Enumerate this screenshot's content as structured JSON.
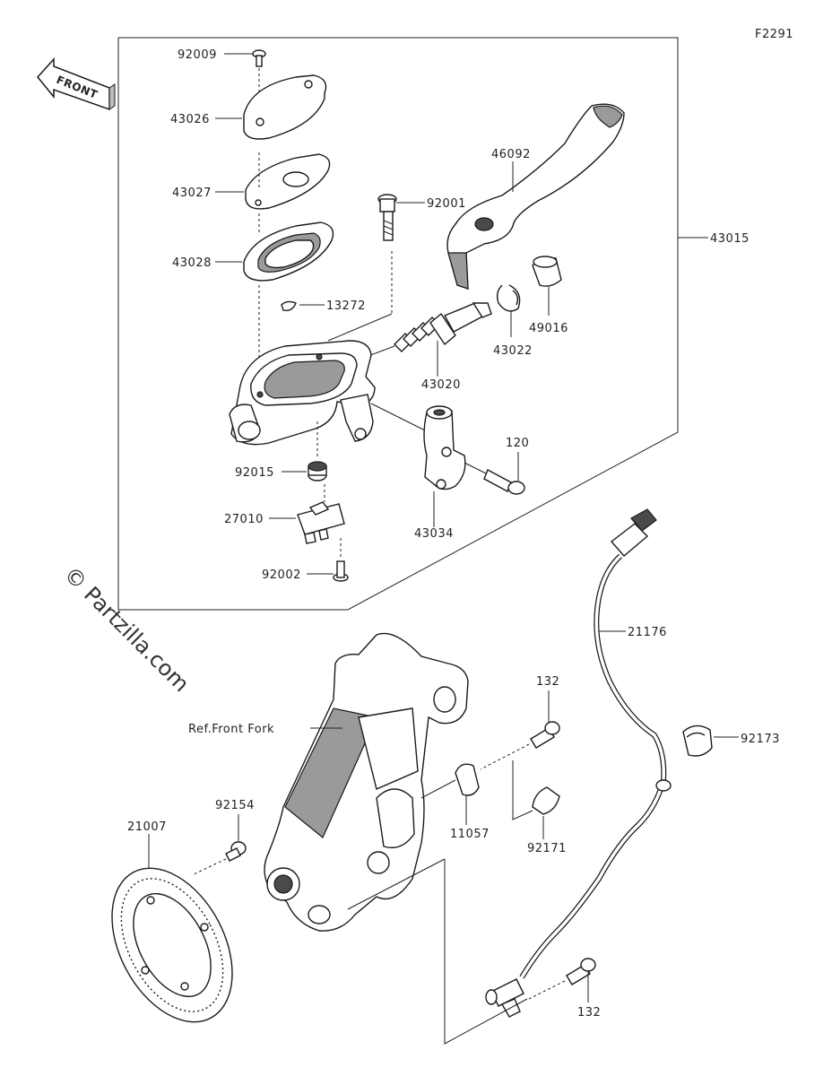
{
  "figure_code": "F2291",
  "front_label": "FRONT",
  "watermark": "© Partzilla.com",
  "reference_label": "Ref.Front Fork",
  "parts": {
    "p92009": "92009",
    "p43026": "43026",
    "p43027": "43027",
    "p43028": "43028",
    "p13272": "13272",
    "p92001": "92001",
    "p46092": "46092",
    "p43015": "43015",
    "p49016": "49016",
    "p43022": "43022",
    "p43020": "43020",
    "p120": "120",
    "p92015": "92015",
    "p27010": "27010",
    "p43034": "43034",
    "p92002": "92002",
    "p21176": "21176",
    "p132a": "132",
    "p92173": "92173",
    "p11057": "11057",
    "p92171": "92171",
    "p92154": "92154",
    "p21007": "21007",
    "p132b": "132"
  },
  "colors": {
    "line": "#1a1a1a",
    "shade": "#9a9a9a",
    "background": "#ffffff"
  }
}
